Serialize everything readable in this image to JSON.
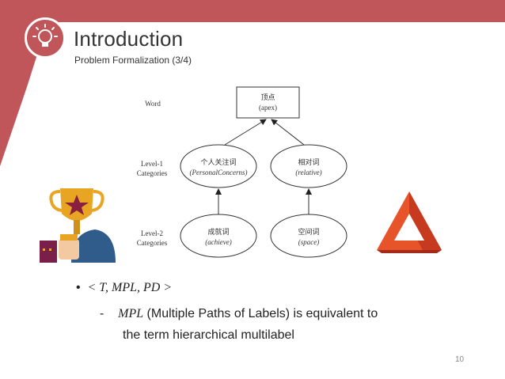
{
  "header": {
    "title": "Introduction",
    "subtitle": "Problem Formalization (3/4)"
  },
  "diagram": {
    "row_labels": {
      "word": "Word",
      "level1_a": "Level-1",
      "level1_b": "Categories",
      "level2_a": "Level-2",
      "level2_b": "Categories"
    },
    "apex": {
      "zh": "顶点",
      "en": "(apex)"
    },
    "personal": {
      "zh": "个人关注词",
      "en": "(PersonalConcerns)"
    },
    "relative": {
      "zh": "相对词",
      "en": "(relative)"
    },
    "achieve": {
      "zh": "成就词",
      "en": "(achieve)"
    },
    "space": {
      "zh": "空间词",
      "en": "(space)"
    }
  },
  "bullets": {
    "tuple": "< T, MPL, PD >",
    "dash": "-",
    "mpl_term": "MPL",
    "mpl_text": " (Multiple Paths of Labels) is equivalent to",
    "mpl_text2": "the term hierarchical multilabel"
  },
  "page_number": "10",
  "colors": {
    "accent": "#c0565a",
    "trophy_gold": "#e8a523",
    "warning_orange": "#e8542a"
  },
  "icons": [
    "lightbulb-icon",
    "trophy-icon",
    "warning-triangle-icon"
  ]
}
